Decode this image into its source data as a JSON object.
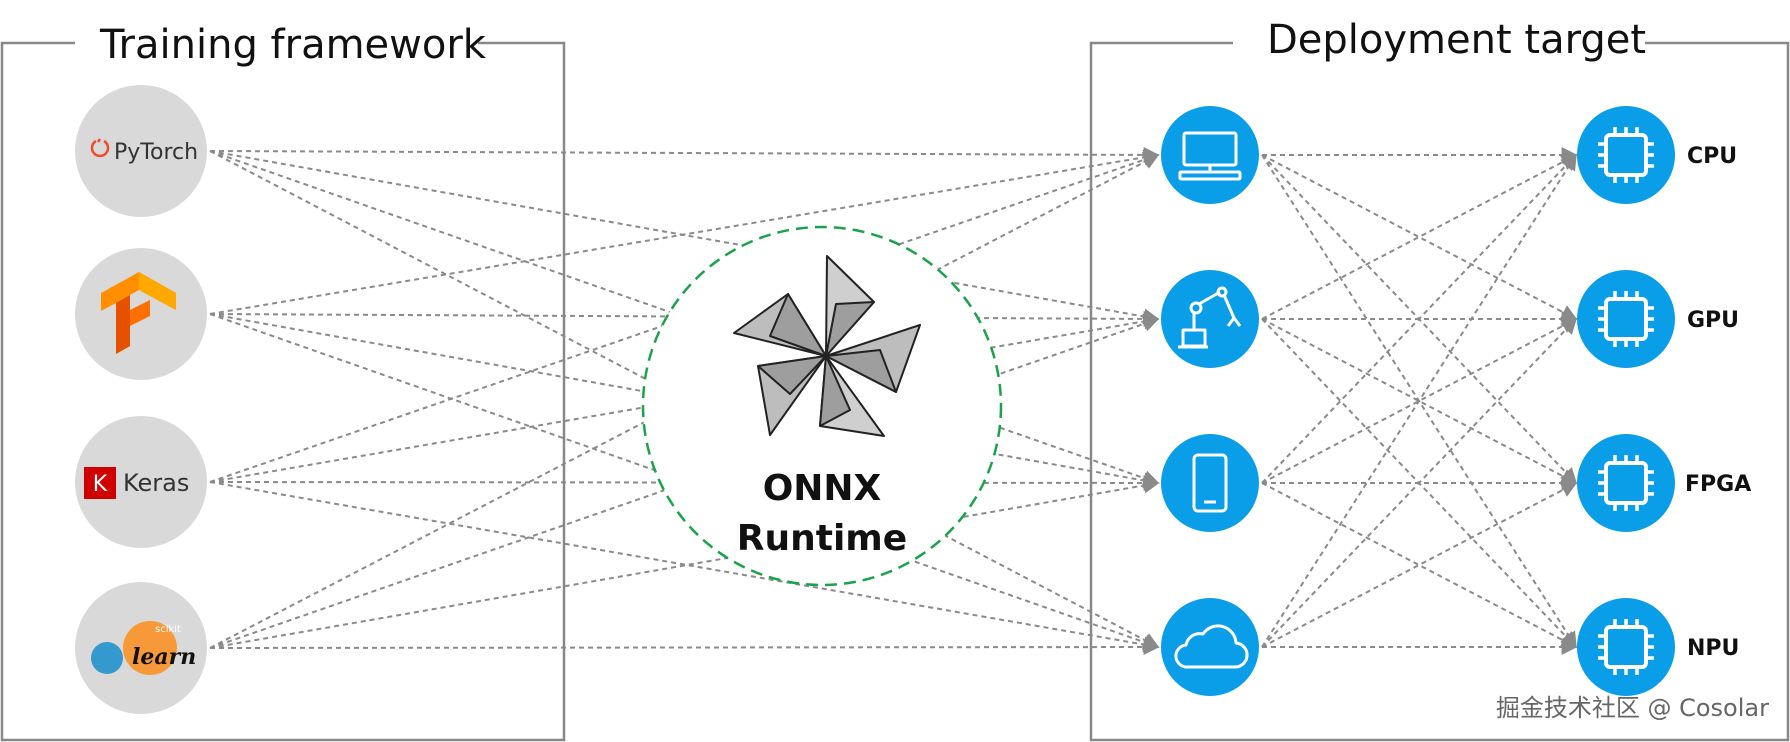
{
  "groups": {
    "training_title": "Training framework",
    "deployment_title": "Deployment target"
  },
  "frameworks": [
    {
      "id": "pytorch",
      "label": "PyTorch",
      "icon": "pytorch-logo",
      "color": "#ee4c2c"
    },
    {
      "id": "tensorflow",
      "label": "",
      "icon": "tensorflow-logo",
      "color": "#ff8f00"
    },
    {
      "id": "keras",
      "label": "Keras",
      "icon": "keras-logo",
      "color": "#d00000"
    },
    {
      "id": "sklearn",
      "label": "learn",
      "sublabel": "scikit",
      "icon": "scikit-learn-logo",
      "color": "#f89939"
    }
  ],
  "center": {
    "line1": "ONNX",
    "line2": "Runtime",
    "icon": "onnx-logo",
    "ring_color": "#1aa34a"
  },
  "targets": [
    {
      "id": "desktop",
      "icon": "desktop-computer-icon"
    },
    {
      "id": "robot",
      "icon": "robot-arm-icon"
    },
    {
      "id": "mobile",
      "icon": "mobile-phone-icon"
    },
    {
      "id": "cloud",
      "icon": "cloud-icon"
    }
  ],
  "hardware": [
    {
      "id": "cpu",
      "label": "CPU",
      "icon": "chip-icon"
    },
    {
      "id": "gpu",
      "label": "GPU",
      "icon": "chip-icon"
    },
    {
      "id": "fpga",
      "label": "FPGA",
      "icon": "chip-icon"
    },
    {
      "id": "npu",
      "label": "NPU",
      "icon": "chip-icon"
    }
  ],
  "colors": {
    "accent": "#0a9de8",
    "node_gray": "#d9d9d9",
    "edge": "#8a8a8a"
  },
  "watermark": "掘金技术社区 @ Cosolar"
}
